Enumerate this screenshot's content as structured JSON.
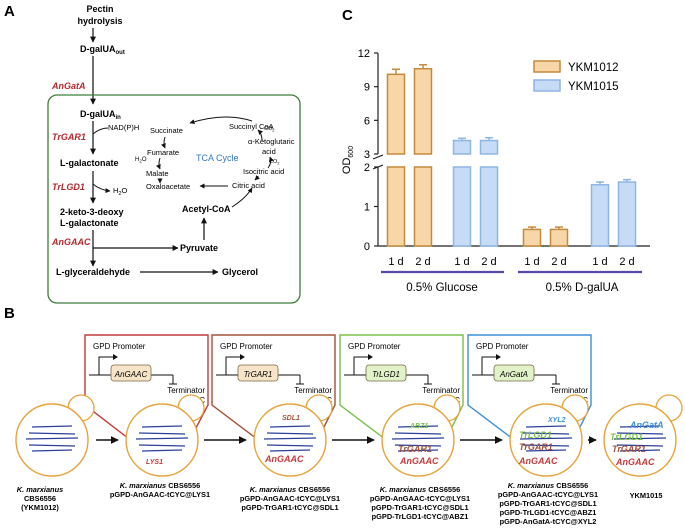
{
  "panel_labels": {
    "a": "A",
    "b": "B",
    "c": "C"
  },
  "colors": {
    "gene_red": "#b3282d",
    "tca_blue": "#2f79c2",
    "box_green": "#3f7d3a",
    "bar_orange_fill": "#f7d6a8",
    "bar_orange_edge": "#c48a3c",
    "bar_blue_fill": "#c6dbf6",
    "bar_blue_edge": "#8fb5e3",
    "cell_orange": "#e8a33a",
    "axis_purple": "#5a4aa8",
    "insert_red": "#c23b3b",
    "insert_brown": "#a0523a",
    "insert_green": "#7bbf4a",
    "insert_blue": "#3d8fd6"
  },
  "pathway": {
    "pectin": "Pectin",
    "hydrolysis": "hydrolysis",
    "dgalua": "D-galUA",
    "sub_out": "out",
    "sub_in": "in",
    "angata": "AnGatA",
    "trgar1": "TrGAR1",
    "trlgd1": "TrLGD1",
    "angaac": "AnGAAC",
    "nadph": "NAD(P)H",
    "galactonate": "L-galactonate",
    "h2o": "H",
    "h2o_sub": "2",
    "h2o_end": "O",
    "kdg1": "2-keto-3-deoxy",
    "kdg2": "L-galactonate",
    "glyceraldehyde": "L-glyceraldehyde",
    "pyruvate": "Pyruvate",
    "glycerol": "Glycerol",
    "acetylcoa": "Acetyl-CoA",
    "tca": "TCA Cycle",
    "succinyl": "Succinyl CoA",
    "succinate": "Succinate",
    "fumarate": "Fumarate",
    "malate": "Malate",
    "oxaloacetate": "Oxaloacetate",
    "citric": "Citric acid",
    "isocitric": "Isocitric acid",
    "akg1": "α-Ketoglutaric",
    "akg2": "acid",
    "co2": "CO",
    "co2_sub": "2"
  },
  "panel_b": {
    "promoter": "GPD Promoter",
    "terminator": "Terminator",
    "cyc": "CYC",
    "inserts": [
      "AnGAAC",
      "TrGAR1",
      "TrLGD1",
      "AnGatA"
    ],
    "site_labels": {
      "lys1": "LYS1",
      "sdl1": "SDL1",
      "abz1": "ABZ1",
      "xyl2": "XYL2"
    },
    "strain_species": "K. marxianus",
    "strains": [
      {
        "lines": [
          "CBS6556",
          "(YKM1012)"
        ]
      },
      {
        "lines": [
          "CBS6556",
          "pGPD-AnGAAC-tCYC@LYS1"
        ]
      },
      {
        "lines": [
          "CBS6556",
          "pGPD-AnGAAC-tCYC@LYS1",
          "pGPD-TrGAR1-tCYC@SDL1"
        ]
      },
      {
        "lines": [
          "CBS6556",
          "pGPD-AnGAAC-tCYC@LYS1",
          "pGPD-TrGAR1-tCYC@SDL1",
          "pGPD-TrLGD1-tCYC@ABZ1"
        ]
      },
      {
        "lines": [
          "CBS6556",
          "pGPD-AnGAAC-tCYC@LYS1",
          "pGPD-TrGAR1-tCYC@SDL1",
          "pGPD-TrLGD1-tCYC@ABZ1",
          "pGPD-AnGatA-tCYC@XYL2"
        ]
      },
      {
        "lines": [
          "YKM1015"
        ]
      }
    ]
  },
  "chart_data": {
    "type": "bar",
    "ylabel": "OD",
    "ylabel_sub": "600",
    "xlabel": "",
    "title": "",
    "axis_break": [
      3,
      2
    ],
    "lower_range": [
      0,
      2
    ],
    "upper_range": [
      3,
      12
    ],
    "yticks_lower": [
      0,
      1,
      2
    ],
    "yticks_upper": [
      3,
      6,
      9,
      12
    ],
    "legend_position": "top-right",
    "groups": [
      {
        "label": "0.5% Glucose",
        "categories": [
          "1 d",
          "2 d",
          "1 d",
          "2 d"
        ]
      },
      {
        "label": "0.5% D-galUA",
        "categories": [
          "1 d",
          "2 d",
          "1 d",
          "2 d"
        ]
      }
    ],
    "series": [
      {
        "name": "YKM1012",
        "color": "#f7d6a8",
        "edge": "#c48a3c",
        "glucose": [
          10.1,
          10.6
        ],
        "dgalua": [
          0.42,
          0.42
        ],
        "err_glucose": [
          0.45,
          0.35
        ],
        "err_dgalua": [
          0.06,
          0.06
        ]
      },
      {
        "name": "YKM1015",
        "color": "#c6dbf6",
        "edge": "#8fb5e3",
        "glucose": [
          4.2,
          4.2
        ],
        "dgalua": [
          1.55,
          1.62
        ],
        "err_glucose": [
          0.2,
          0.25
        ],
        "err_dgalua": [
          0.07,
          0.06
        ]
      }
    ]
  }
}
